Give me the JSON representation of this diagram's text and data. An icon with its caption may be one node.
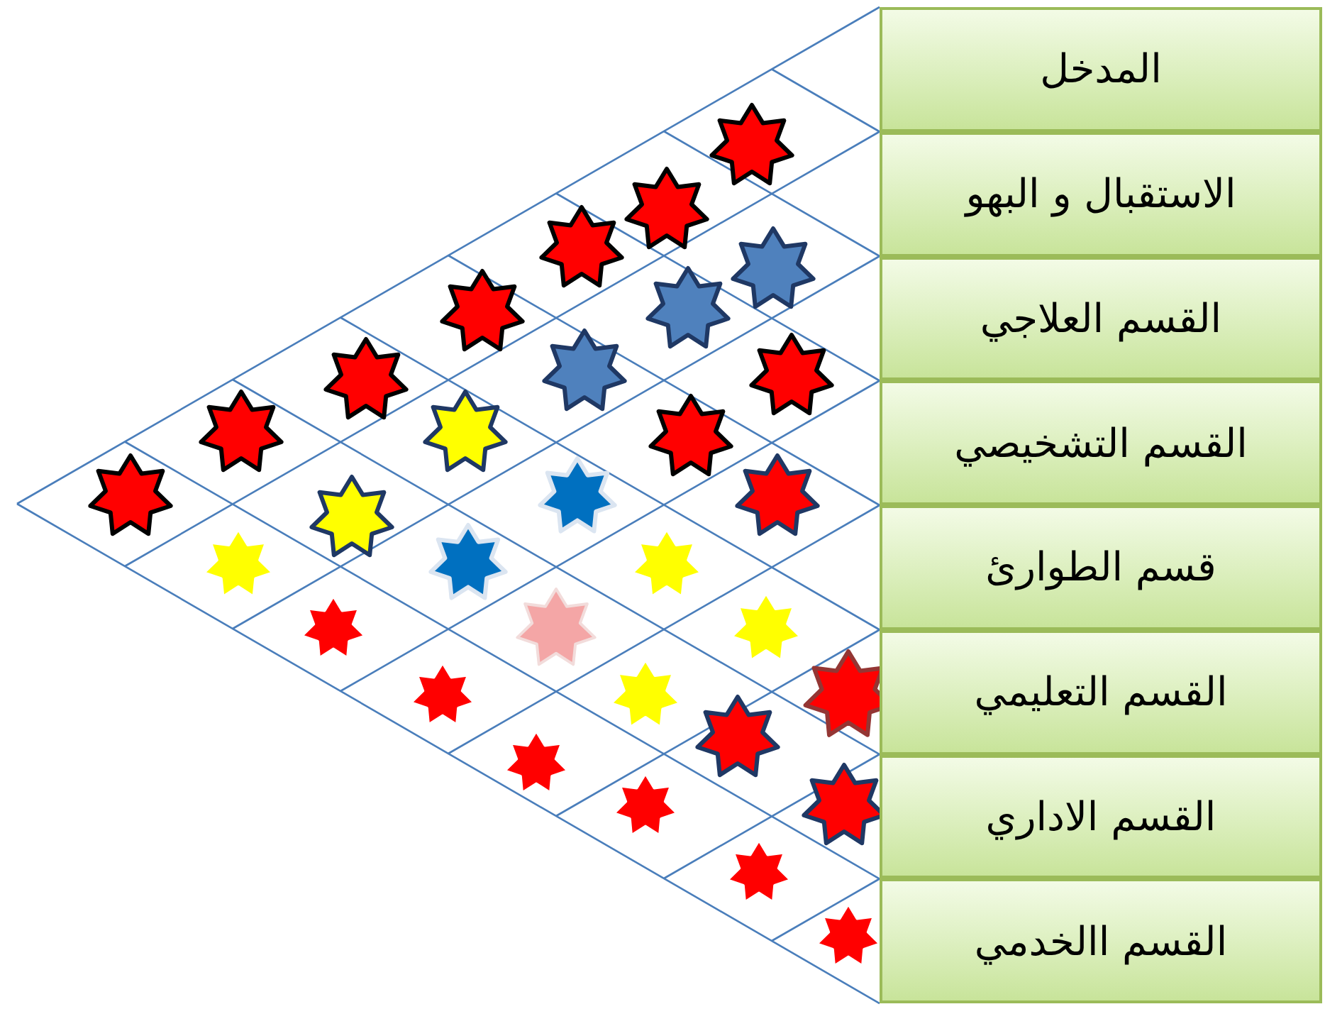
{
  "diagram": {
    "nodes": [
      {
        "text": [
          "المدخل"
        ]
      },
      {
        "text": [
          "الاستقبال و البهو"
        ]
      },
      {
        "text": [
          "القسم العلاجي"
        ]
      },
      {
        "text": [
          "القسم التشخيصي"
        ]
      },
      {
        "text": [
          "قسم الطوارئ"
        ]
      },
      {
        "text": [
          "القسم التعليمي"
        ]
      },
      {
        "text": [
          "القسم الاداري"
        ]
      },
      {
        "text": [
          "القسم االخدمي"
        ]
      }
    ]
  }
}
